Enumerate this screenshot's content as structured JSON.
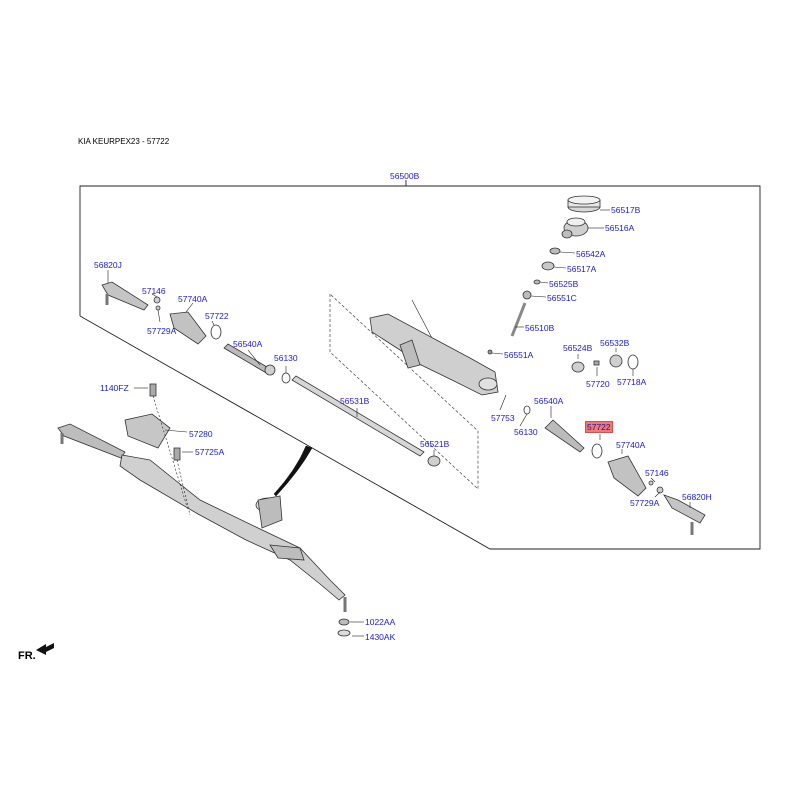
{
  "header": {
    "title": "KIA KEURPEX23 - 57722"
  },
  "footer": {
    "direction_label": "FR."
  },
  "colors": {
    "label": "#2020c8",
    "highlight": "#f07878",
    "line": "#222222"
  },
  "labels": {
    "p56500B": "56500B",
    "p56517B": "56517B",
    "p56516A": "56516A",
    "p56542A": "56542A",
    "p56517A": "56517A",
    "p56525B": "56525B",
    "p56551C": "56551C",
    "p56510B": "56510B",
    "p56551A": "56551A",
    "p56524B": "56524B",
    "p56532B": "56532B",
    "p57720": "57720",
    "p57718A": "57718A",
    "p57753": "57753",
    "p56540A_r": "56540A",
    "p56130_r": "56130",
    "p57722_r": "57722",
    "p57740A_r": "57740A",
    "p57146_r": "57146",
    "p57729A_r": "57729A",
    "p56820H": "56820H",
    "p56820J": "56820J",
    "p57146_l": "57146",
    "p57729A_l": "57729A",
    "p57740A_l": "57740A",
    "p57722_l": "57722",
    "p56540A_l": "56540A",
    "p56130_l": "56130",
    "p56531B": "56531B",
    "p56521B": "56521B",
    "p1140FZ": "1140FZ",
    "p57280": "57280",
    "p57725A": "57725A",
    "p1022AA": "1022AA",
    "p1430AK": "1430AK"
  }
}
